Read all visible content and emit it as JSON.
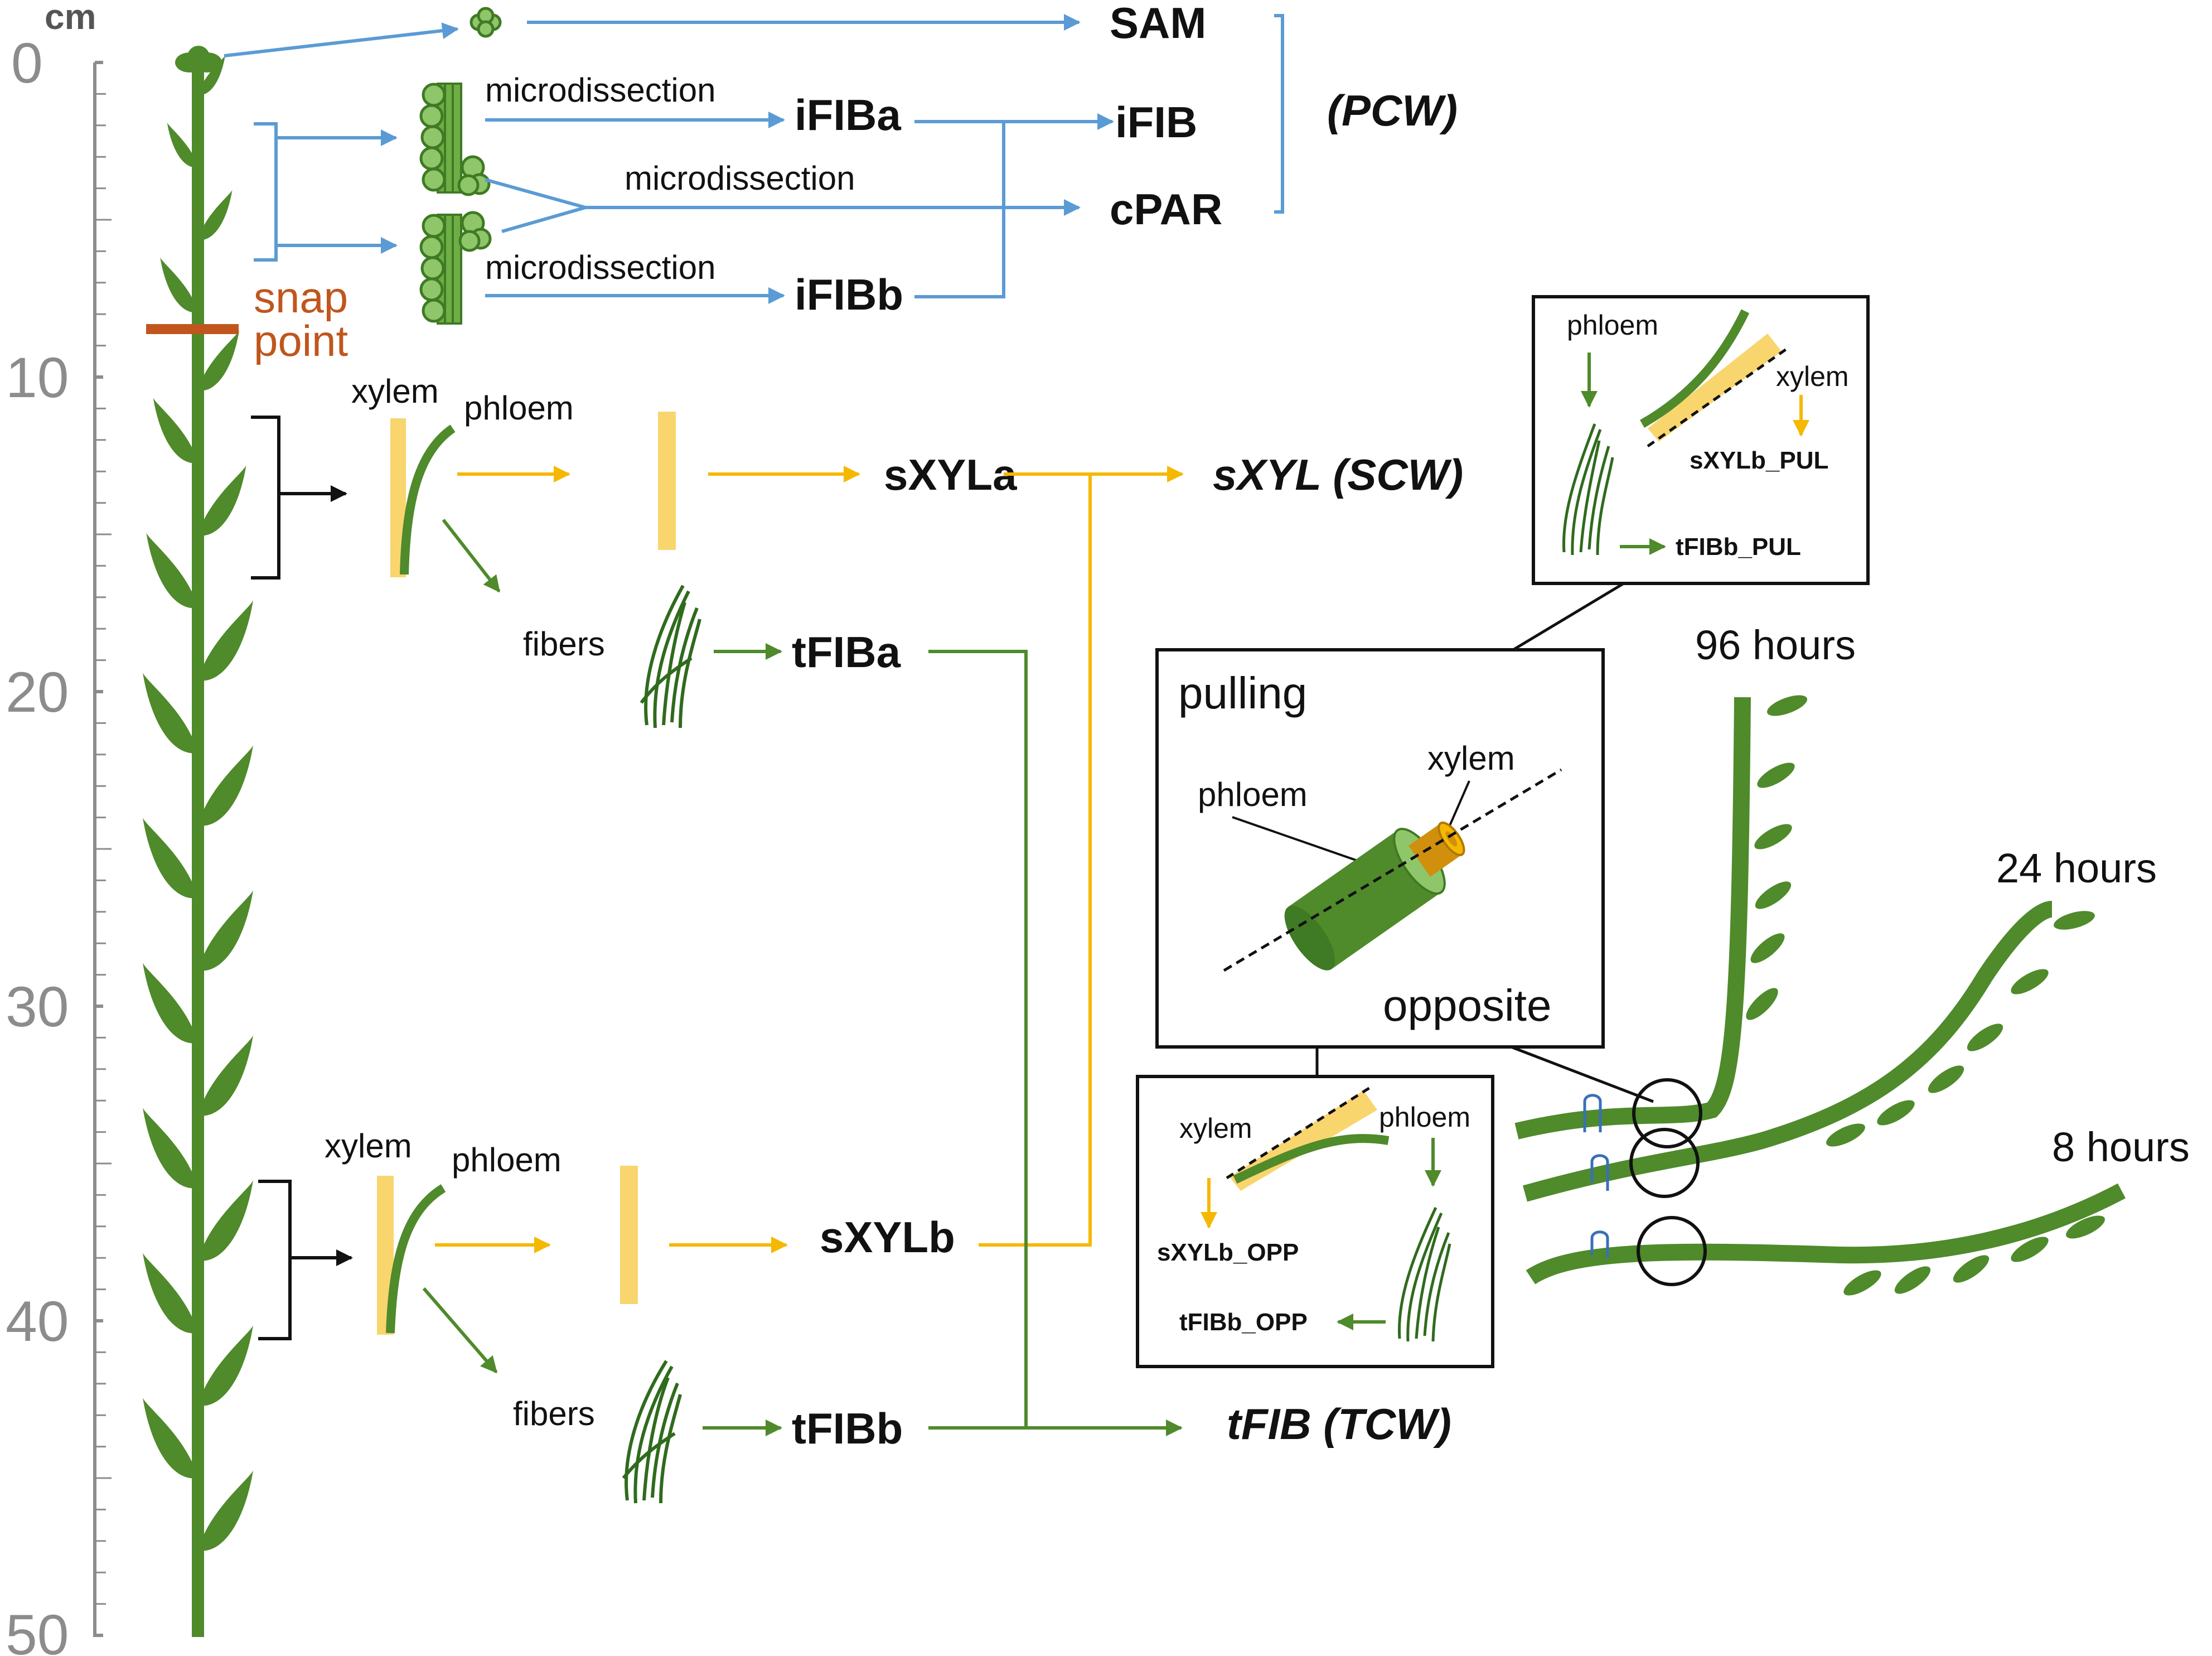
{
  "ruler": {
    "unit": "cm",
    "ticks": [
      "0",
      "10",
      "20",
      "30",
      "40",
      "50"
    ]
  },
  "snap_point": "snap\npoint",
  "snap_lines": [
    "snap",
    "point"
  ],
  "primary": {
    "method_top": "microdissection",
    "method_mid": "microdissection",
    "method_bot": "microdissection",
    "sample_a": "iFIBa",
    "sample_b": "iFIBb",
    "out_sam": "SAM",
    "out_ifib": "iFIB",
    "out_cpar": "cPAR",
    "group": "(PCW)"
  },
  "secondary": {
    "xylem_a": "xylem",
    "phloem_a": "phloem",
    "fibers_a": "fibers",
    "sxyla": "sXYLa",
    "tfiba": "tFIBa",
    "group_sxyl": "sXYL (SCW)",
    "xylem_b": "xylem",
    "phloem_b": "phloem",
    "fibers_b": "fibers",
    "sxylb": "sXYLb",
    "tfibb": "tFIBb",
    "group_tfib": "tFIB  (TCW)"
  },
  "inset_pul": {
    "phloem": "phloem",
    "xylem": "xylem",
    "sxyl": "sXYLb_PUL",
    "tfib": "tFIBb_PUL"
  },
  "inset_main": {
    "pulling": "pulling",
    "opposite": "opposite",
    "phloem": "phloem",
    "xylem": "xylem"
  },
  "inset_opp": {
    "xylem": "xylem",
    "phloem": "phloem",
    "sxyl": "sXYLb_OPP",
    "tfib": "tFIBb_OPP"
  },
  "times": {
    "t96": "96 hours",
    "t24": "24 hours",
    "t8": "8 hours"
  },
  "colors": {
    "blue_arrow": "#5b9bd5",
    "yellow_arrow": "#f5b800",
    "green": "#4f8a2b",
    "dark_green": "#2f6b1d",
    "xylem_fill": "#f9d56e",
    "snap_color": "#c0561d",
    "ruler_gray": "#8c8c8c"
  }
}
